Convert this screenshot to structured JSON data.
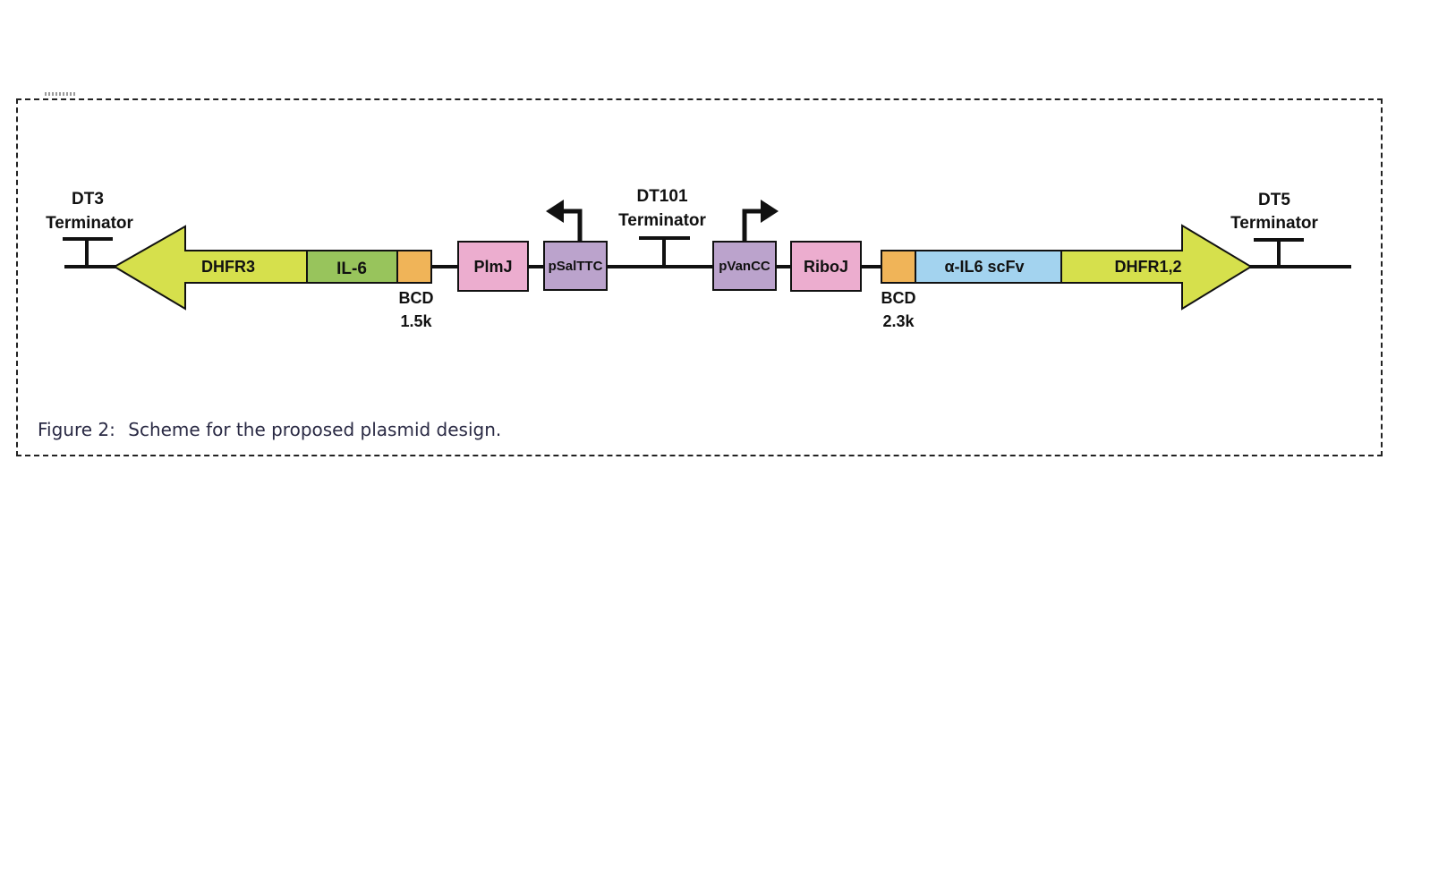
{
  "colors": {
    "backbone": "#111111",
    "dhfr": "#d6e04c",
    "il6": "#98c45c",
    "bcd": "#f0b458",
    "promoter_pink": "#ecadcf",
    "promoter_purple": "#bba3cc",
    "scfv": "#a3d3ef"
  },
  "terminators": {
    "dt3": {
      "name": "DT3",
      "kind": "Terminator"
    },
    "dt101": {
      "name": "DT101",
      "kind": "Terminator"
    },
    "dt5": {
      "name": "DT5",
      "kind": "Terminator"
    }
  },
  "parts": {
    "dhfr3": "DHFR3",
    "il6": "IL-6",
    "bcd_left": {
      "name": "BCD",
      "size": "1.5k"
    },
    "plmj": "PlmJ",
    "psalttc": "pSalTTC",
    "pvancc": "pVanCC",
    "riboj": "RiboJ",
    "bcd_right": {
      "name": "BCD",
      "size": "2.3k"
    },
    "scfv": "α-IL6 scFv",
    "dhfr12": "DHFR1,2"
  },
  "caption": {
    "label": "Figure 2:",
    "text": "Scheme for the proposed plasmid design."
  }
}
